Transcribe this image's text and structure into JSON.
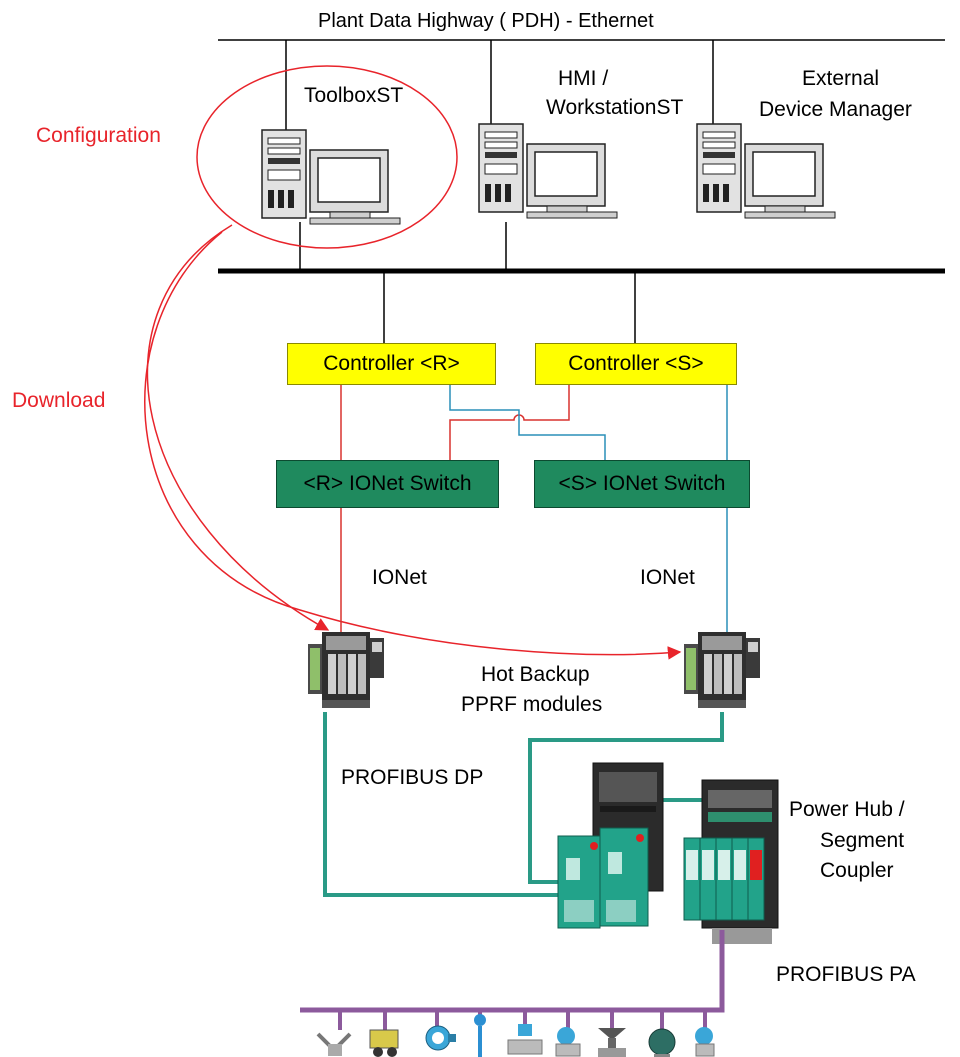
{
  "network": {
    "title": "Plant Data Highway ( PDH) -  Ethernet"
  },
  "workstations": {
    "toolbox": "ToolboxST",
    "hmi_line1": "HMI  /",
    "hmi_line2": "WorkstationST",
    "edm_line1": "External",
    "edm_line2": "Device Manager"
  },
  "annotations": {
    "configuration": "Configuration",
    "download": "Download"
  },
  "controllers": {
    "r": "Controller  <R>",
    "s": "Controller  <S>"
  },
  "switches": {
    "r": "<R>  IONet Switch",
    "s": "<S>  IONet Switch"
  },
  "ionet": {
    "left": "IONet",
    "right": "IONet"
  },
  "modules": {
    "line1": "Hot Backup",
    "line2": "PPRF modules"
  },
  "profibus": {
    "dp": "PROFIBUS DP",
    "pa": "PROFIBUS PA"
  },
  "power_hub": {
    "line1": "Power Hub  /",
    "line2": "Segment",
    "line3": "Coupler"
  },
  "colors": {
    "red_link": "#d9322f",
    "blue_link": "#2a8fb8",
    "teal_link": "#2a9a86",
    "purple_bus": "#8c5a9c",
    "controller_fill": "#ffff00",
    "switch_fill": "#1f8a5e",
    "annotation_red": "#e8242b"
  },
  "icons": [
    "computer-icon",
    "io-module-icon",
    "gateway-device-icon",
    "field-instrument-icon"
  ]
}
